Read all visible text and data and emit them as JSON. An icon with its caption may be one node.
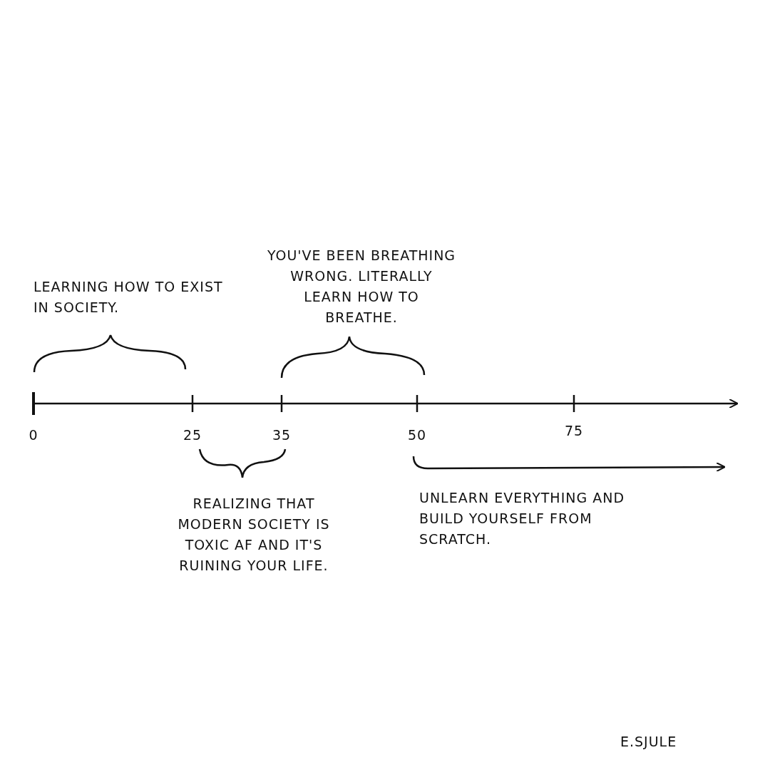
{
  "diagram": {
    "labels": [
      "LEARNING HOW TO EXIST IN SOCIETY.",
      "YOU'VE BEEN BREATHING WRONG. LITERALLY LEARN HOW TO BREATHE.",
      "0",
      "25",
      "35",
      "50",
      "75",
      "REALIZING THAT MODERN SOCIETY IS TOXIC AF AND IT'S RUINING YOUR LIFE.",
      "UNLEARN EVERYTHING AND BUILD YOURSELF FROM SCRATCH.",
      "E.SJULE"
    ]
  }
}
